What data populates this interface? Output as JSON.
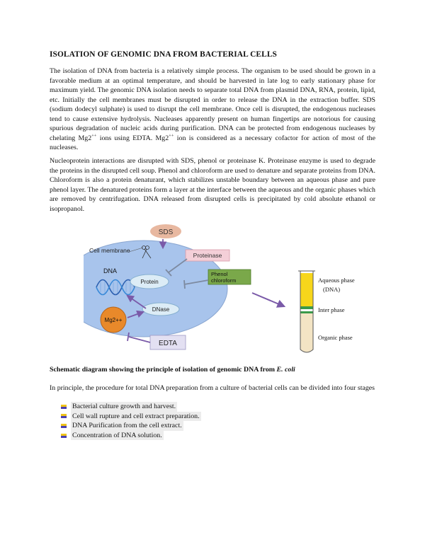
{
  "heading": "ISOLATION OF GENOMIC DNA FROM BACTERIAL CELLS",
  "paragraph1": {
    "part1": "The isolation of DNA from bacteria is a relatively simple process. The organism to be used should be grown in a favorable medium at an optimal temperature, and should be harvested in late log to early stationary phase for maximum yield. The genomic DNA isolation needs to separate total DNA from plasmid DNA, RNA, protein, lipid, etc. Initially the cell membranes must be disrupted in order to release the DNA in the extraction buffer. SDS (sodium dodecyl sulphate) is used to disrupt the cell membrane. Once cell is disrupted, the endogenous nucleases tend to cause extensive hydrolysis. Nucleases apparently present on human fingertips are notorious for causing spurious degradation of nucleic acids during purification. DNA can be protected from endogenous nucleases by chelating Mg2",
    "sup1": "++",
    "part2": " ions using EDTA. Mg2",
    "sup2": "++",
    "part3": " ion is considered as a necessary cofactor for action of most of the nucleases."
  },
  "paragraph2": "Nucleoprotein interactions are disrupted with SDS, phenol or proteinase K. Proteinase enzyme is used to degrade the proteins in the disrupted cell soup. Phenol and chloroform are used to denature and separate proteins from DNA. Chloroform is also a protein denaturant, which stabilizes unstable boundary between an aqueous phase and pure phenol layer. The denatured proteins form a layer at the interface between the aqueous and the organic phases which are removed by centrifugation. DNA released from disrupted cells is precipitated by cold absolute ethanol or isopropanol.",
  "diagram": {
    "sds": "SDS",
    "cell_membrane": "Cell membrane",
    "proteinase": "Proteinase",
    "phenol_line1": "Phenol",
    "phenol_line2": "chloroform",
    "dna": "DNA",
    "protein": "Protein",
    "dnase": "DNase",
    "mg": "Mg2++",
    "edta": "EDTA",
    "aqueous_phase": "Aqueous phase",
    "aqueous_dna": "(DNA)",
    "inter_phase": "Inter phase",
    "organic_phase": "Organic phase",
    "colors": {
      "cell": "#a8c4ec",
      "sds": "#e8b8a0",
      "proteinase": "#f4cfd8",
      "phenol": "#7aa84a",
      "mg": "#e8892a",
      "edta": "#e3e0f2",
      "aqueous": "#f7d61b",
      "interphase": "#3a9a4a",
      "organic": "#f3e4c4",
      "arrow": "#7a5aa8"
    }
  },
  "caption_bold": "Schematic diagram showing the principle of isolation of genomic DNA from ",
  "caption_italic": "E. coli",
  "intro": "In principle, the procedure for total DNA preparation from a culture of bacterial cells can be divided into four stages",
  "steps": [
    "Bacterial culture growth and harvest.",
    "Cell wall rupture and cell extract preparation.",
    "DNA Purification from the cell extract.",
    "Concentration of DNA solution."
  ]
}
